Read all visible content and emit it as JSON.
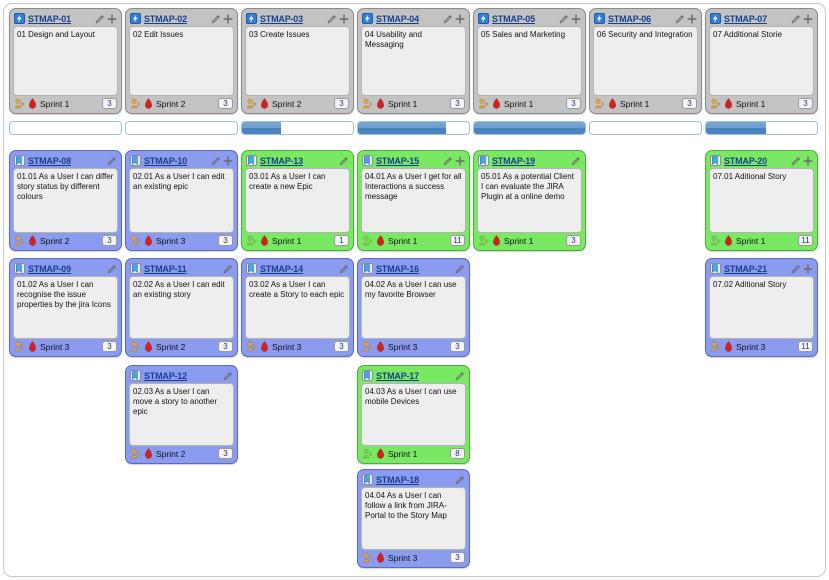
{
  "app": {
    "view": "story-map",
    "colors": {
      "epic_card_bg": "#c3c3c3",
      "story_blue_bg": "#8a9bf0",
      "story_green_bg": "#79e863",
      "card_body_bg": "#eeeeee",
      "key_link": "#16408e",
      "progress_fill": "#4a83c0",
      "progress_border": "#9dc0de"
    },
    "icons": {
      "epic_type": "epic-lightning-icon",
      "story_type": "story-bookmark-icon",
      "edit": "pencil-edit-icon",
      "add": "plus-add-icon",
      "assignee_orange": "assignee-avatar-icon",
      "assignee_green": "assignee-avatar-done-icon",
      "priority": "priority-blocker-icon"
    }
  },
  "epics": [
    {
      "key": "STMAP-01",
      "summary": "01 Design and Layout",
      "sprint": "Sprint 1",
      "points": "3",
      "progress": 0,
      "has_add": true
    },
    {
      "key": "STMAP-02",
      "summary": "02 Edit Issues",
      "sprint": "Sprint 2",
      "points": "3",
      "progress": 0,
      "has_add": true
    },
    {
      "key": "STMAP-03",
      "summary": "03 Create Issues",
      "sprint": "Sprint 2",
      "points": "3",
      "progress": 35,
      "has_add": true
    },
    {
      "key": "STMAP-04",
      "summary": "04 Usability and Messaging",
      "sprint": "Sprint 1",
      "points": "3",
      "progress": 79,
      "has_add": true
    },
    {
      "key": "STMAP-05",
      "summary": "05 Sales and Marketing",
      "sprint": "Sprint 1",
      "points": "3",
      "progress": 100,
      "has_add": true
    },
    {
      "key": "STMAP-06",
      "summary": "06 Security and Integration",
      "sprint": "Sprint 1",
      "points": "3",
      "progress": 0,
      "has_add": true
    },
    {
      "key": "STMAP-07",
      "summary": "07 Additional Storie",
      "sprint": "Sprint 1",
      "points": "3",
      "progress": 54,
      "has_add": true
    }
  ],
  "stories": [
    {
      "key": "STMAP-08",
      "summary": "01.01 As a User I can differ story status by different colours",
      "sprint": "Sprint 2",
      "points": "3",
      "color": "blue",
      "col": 0,
      "row": 0,
      "has_add": false
    },
    {
      "key": "STMAP-09",
      "summary": "01.02 As a User I can recognise the issue properties by the jira Icons",
      "sprint": "Sprint 3",
      "points": "3",
      "color": "blue",
      "col": 0,
      "row": 1,
      "has_add": false
    },
    {
      "key": "STMAP-10",
      "summary": "02.01 As a User I can edit an existing epic",
      "sprint": "Sprint 3",
      "points": "3",
      "color": "blue",
      "col": 1,
      "row": 0,
      "has_add": true
    },
    {
      "key": "STMAP-11",
      "summary": "02.02 As a User I can edit an existing story",
      "sprint": "Sprint 2",
      "points": "3",
      "color": "blue",
      "col": 1,
      "row": 1,
      "has_add": false
    },
    {
      "key": "STMAP-12",
      "summary": "02.03 As a User I can move a story to another epic",
      "sprint": "Sprint 2",
      "points": "3",
      "color": "blue",
      "col": 1,
      "row": 2,
      "has_add": false
    },
    {
      "key": "STMAP-13",
      "summary": "03.01 As a User I can create a new Epic",
      "sprint": "Sprint 1",
      "points": "1",
      "color": "green",
      "col": 2,
      "row": 0,
      "has_add": false
    },
    {
      "key": "STMAP-14",
      "summary": "03.02 As a User I can create a Story to each epic",
      "sprint": "Sprint 3",
      "points": "3",
      "color": "blue",
      "col": 2,
      "row": 1,
      "has_add": false
    },
    {
      "key": "STMAP-15",
      "summary": "04.01 As a User I get for all Interactions a success message",
      "sprint": "Sprint 1",
      "points": "11",
      "color": "green",
      "col": 3,
      "row": 0,
      "has_add": true
    },
    {
      "key": "STMAP-16",
      "summary": "04.02 As a User I can use my favorite Browser",
      "sprint": "Sprint 3",
      "points": "3",
      "color": "blue",
      "col": 3,
      "row": 1,
      "has_add": false
    },
    {
      "key": "STMAP-17",
      "summary": "04.03 As a User I can use mobile Devices",
      "sprint": "Sprint 1",
      "points": "8",
      "color": "green",
      "col": 3,
      "row": 2,
      "has_add": false
    },
    {
      "key": "STMAP-18",
      "summary": "04.04 As a User I can follow a link from JIRA- Portal to the Story Map",
      "sprint": "Sprint 3",
      "points": "3",
      "color": "blue",
      "col": 3,
      "row": 3,
      "has_add": false
    },
    {
      "key": "STMAP-19",
      "summary": "05.01 As a potential Client I can evaluate the JIRA Plugin at a online demo",
      "sprint": "Sprint 1",
      "points": "3",
      "color": "green",
      "col": 4,
      "row": 0,
      "has_add": false
    },
    {
      "key": "STMAP-20",
      "summary": "07.01 Aditional Story",
      "sprint": "Sprint 1",
      "points": "11",
      "color": "green",
      "col": 6,
      "row": 0,
      "has_add": true
    },
    {
      "key": "STMAP-21",
      "summary": "07.02 Aditional Story",
      "sprint": "Sprint 3",
      "points": "11",
      "color": "blue",
      "col": 6,
      "row": 1,
      "has_add": true
    }
  ]
}
